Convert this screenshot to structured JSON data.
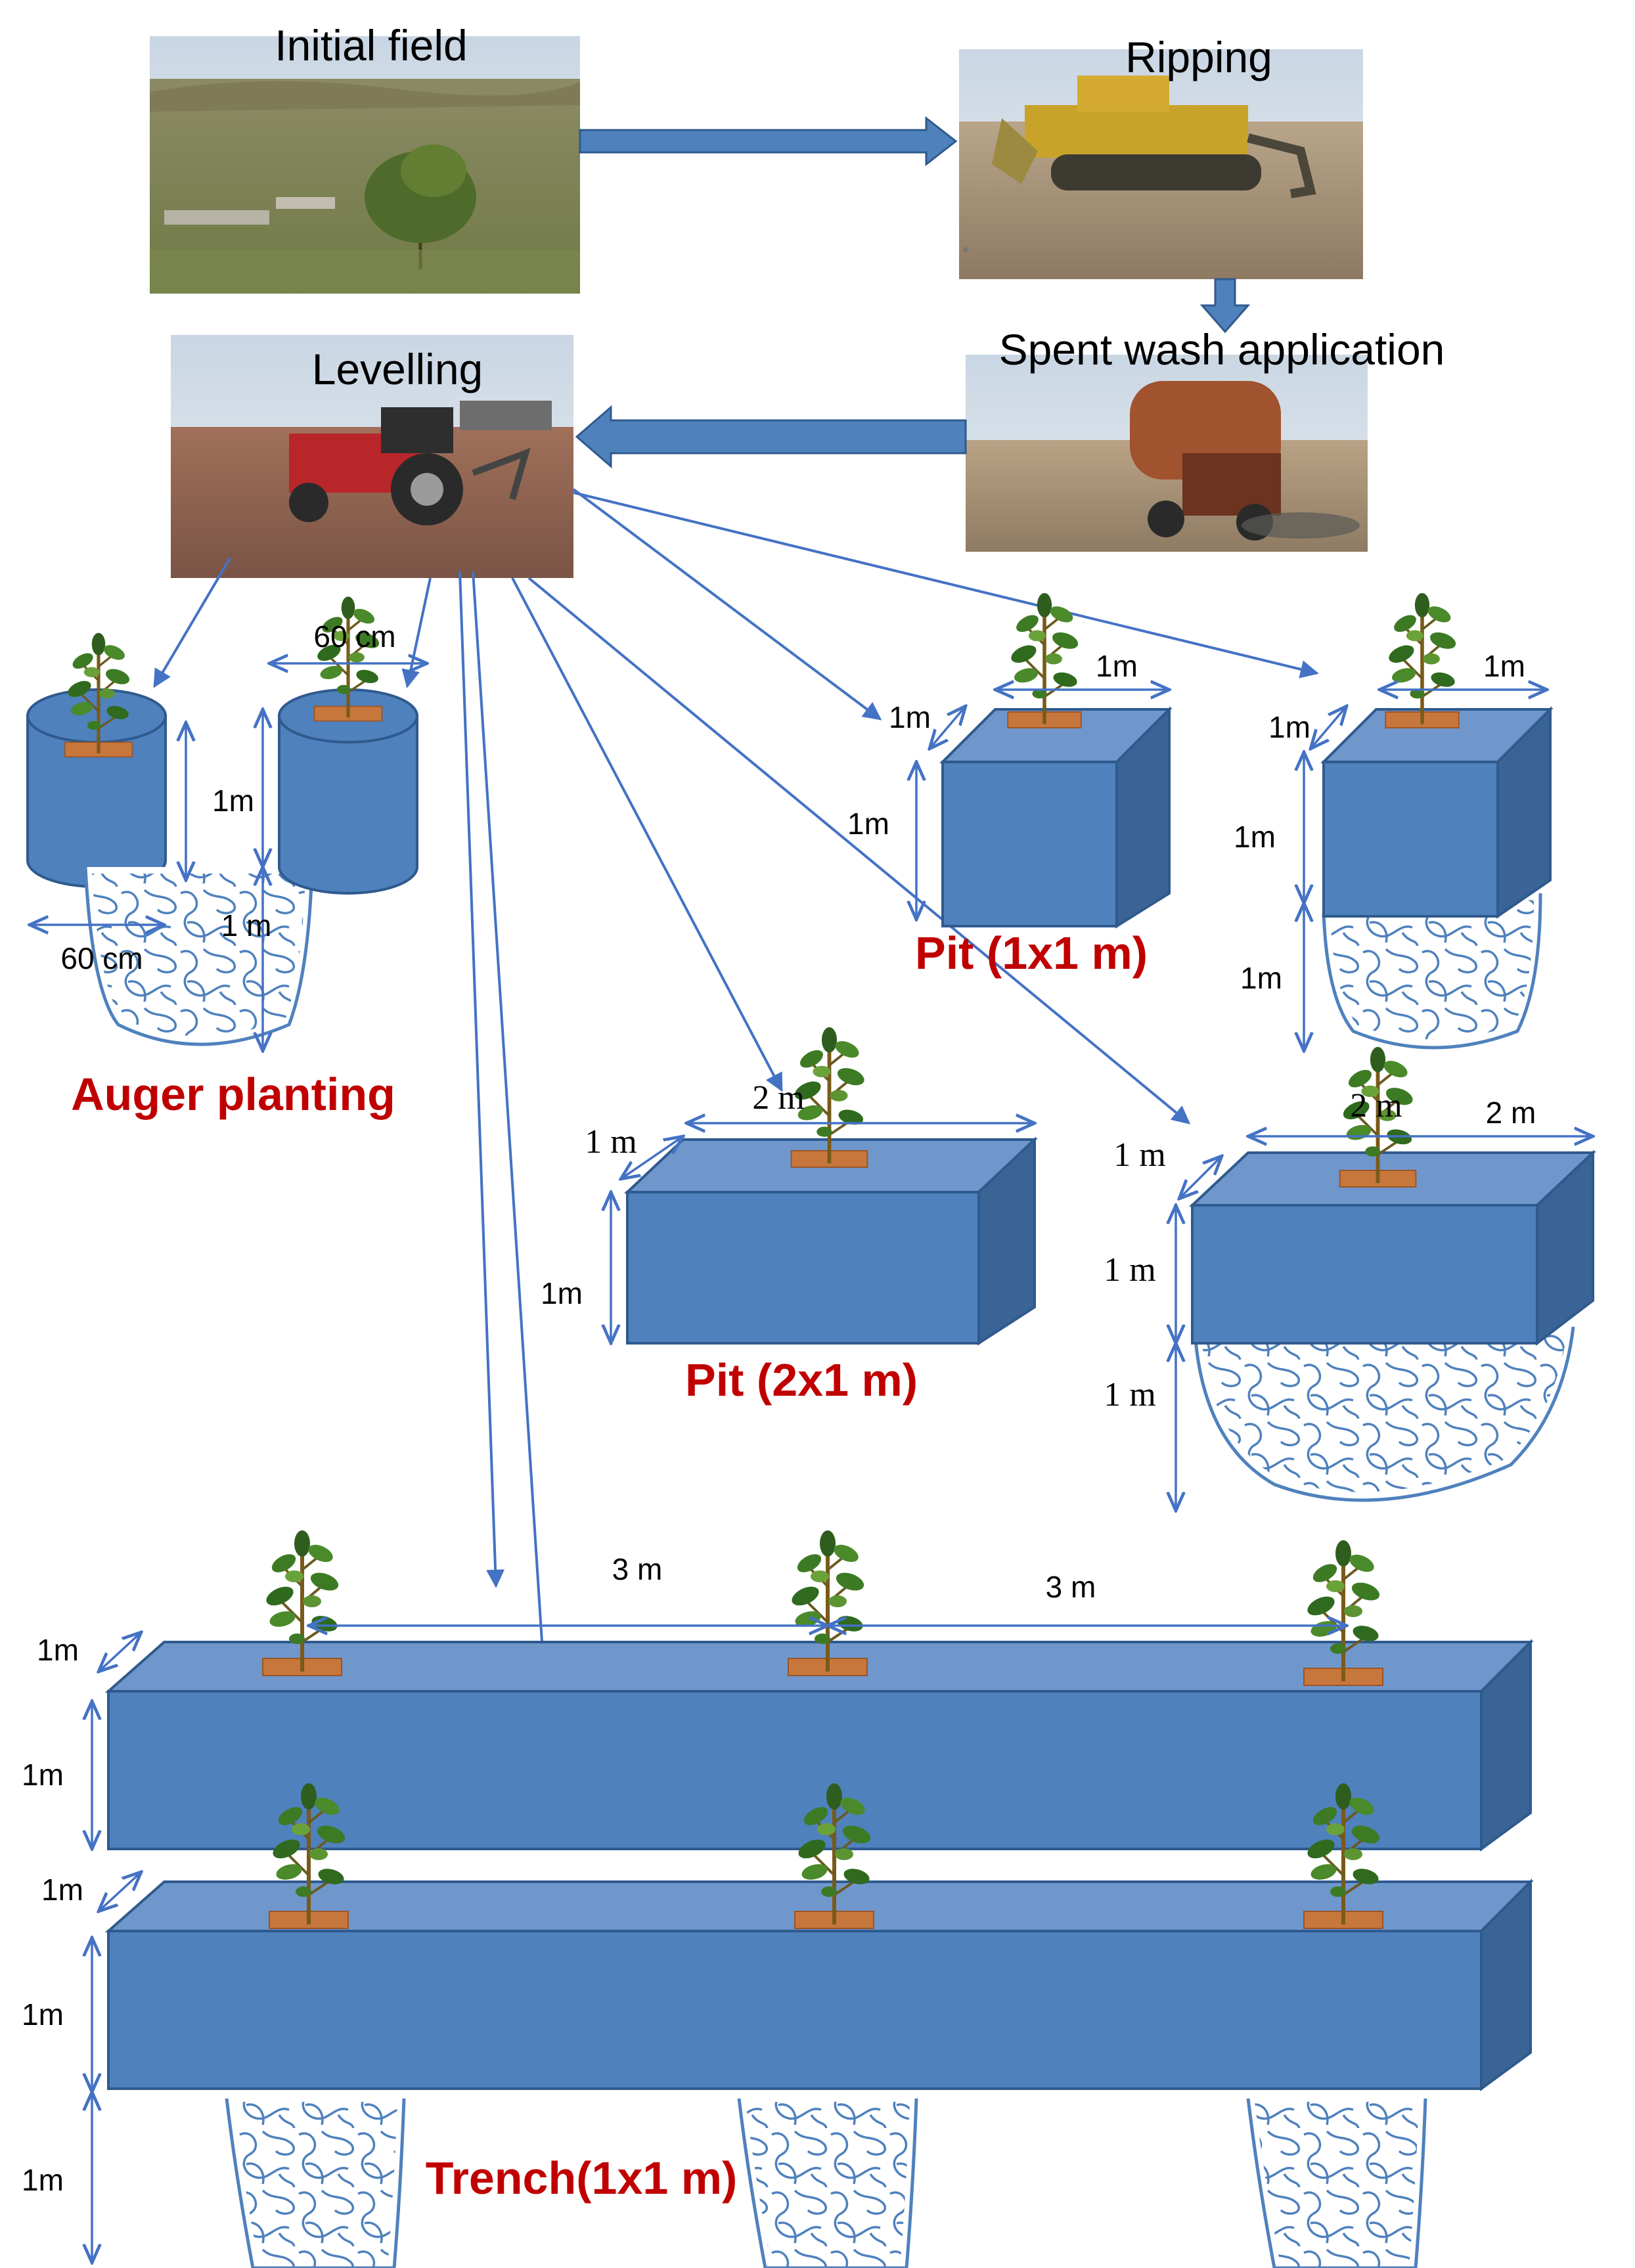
{
  "colors": {
    "box_front": "#4f81bd",
    "box_top": "#6f97cc",
    "box_side": "#3a6496",
    "box_edge": "#2f5a8e",
    "arrow": "#4472c4",
    "caption": "#c00000",
    "soil": "#c8773c",
    "roots": "#4f81bd"
  },
  "photos": {
    "initial_field": "Initial field",
    "ripping": "Ripping",
    "levelling": "Levelling",
    "spent_wash": "Spent wash application"
  },
  "captions": {
    "auger": "Auger planting",
    "pit1": "Pit (1x1 m)",
    "pit2": "Pit (2x1 m)",
    "trench": "Trench(1x1 m)"
  },
  "dimensions": {
    "auger_top": "60 cm",
    "auger_bottom": "60 cm",
    "auger_height": "1m",
    "auger_depth": "1 m",
    "pit1_width": "1m",
    "pit1_depth_side": "1m",
    "pit1_height": "1m",
    "pit1r_width": "1m",
    "pit1r_depth_side": "1m",
    "pit1r_height": "1m",
    "pit1r_below": "1m",
    "pit2_width": "2 m",
    "pit2_depth_side": "1 m",
    "pit2_height": "1m",
    "pit2r_width": "2 m",
    "pit2r_mid": "2 m",
    "pit2r_depth_side": "1 m",
    "pit2r_height": "1 m",
    "pit2r_below": "1 m",
    "trench_spacing_1": "3 m",
    "trench_spacing_2": "3 m",
    "trench1_depth_side": "1m",
    "trench1_height": "1m",
    "trench2_depth_side": "1m",
    "trench2_height": "1m",
    "trench2_below": "1m"
  }
}
